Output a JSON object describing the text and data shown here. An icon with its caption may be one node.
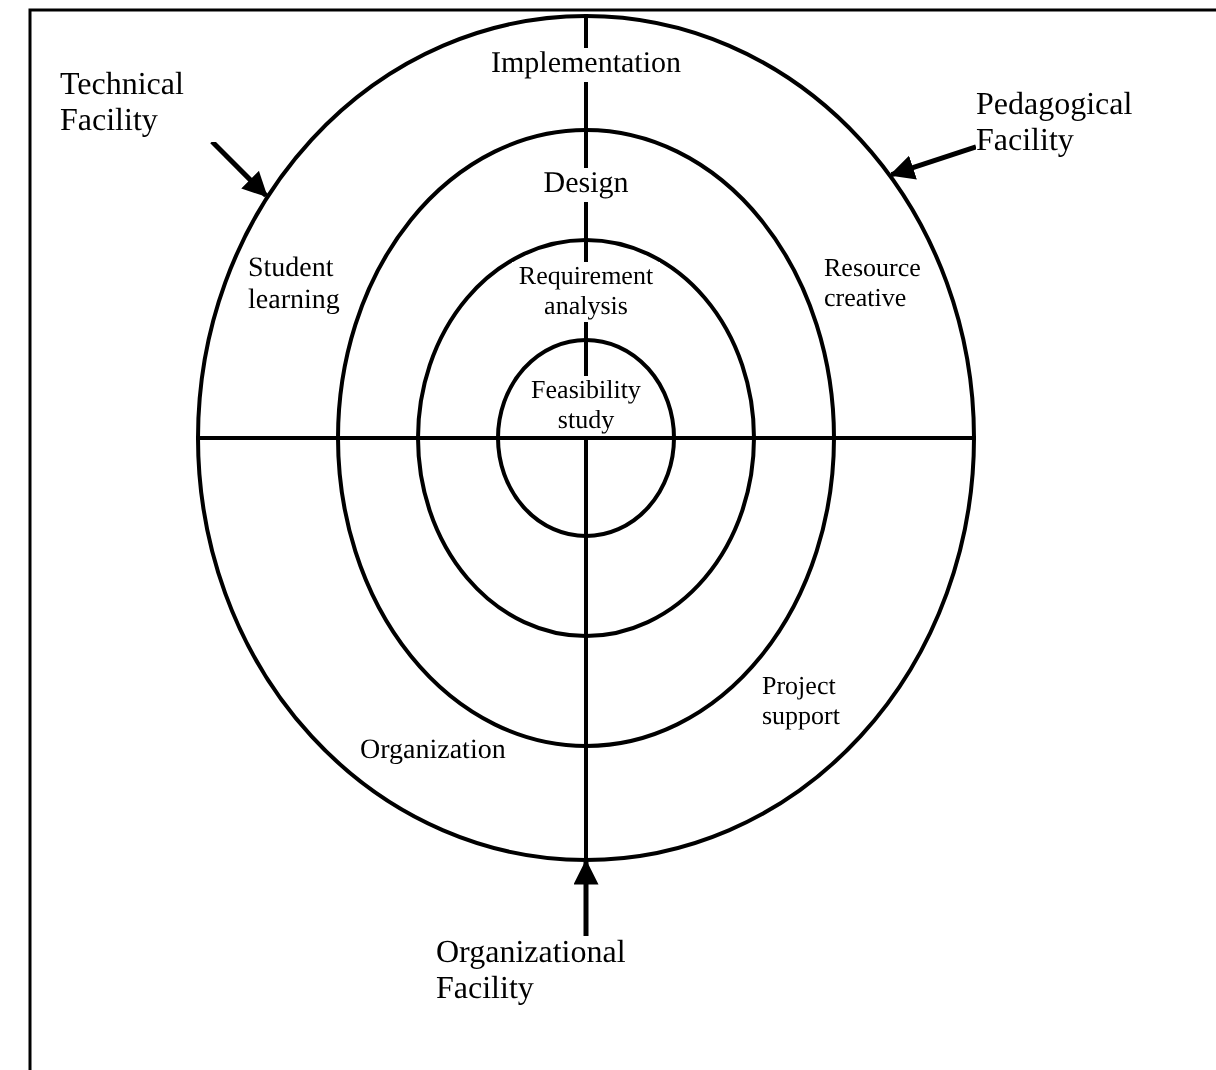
{
  "diagram": {
    "nodes": [
      {
        "text": [
          "Implementation",
          "Student learning",
          "Resource creative",
          "Organization",
          "Project support"
        ]
      },
      {
        "text": [
          "Design"
        ],
        "in": 0
      },
      {
        "text": [
          "Requirement analysis"
        ],
        "in": 1
      },
      {
        "text": [
          "Feasibility study"
        ],
        "in": 2
      },
      {
        "text": [
          "Technical Facility"
        ]
      },
      {
        "text": [
          "Pedagogical Facility"
        ]
      },
      {
        "text": [
          "Organizational Facility"
        ]
      }
    ],
    "edges": [
      {
        "from": 4,
        "to": 0,
        "arrow": "to"
      },
      {
        "from": 5,
        "to": 0,
        "arrow": "to"
      },
      {
        "from": 6,
        "to": 0,
        "arrow": "to"
      }
    ]
  }
}
